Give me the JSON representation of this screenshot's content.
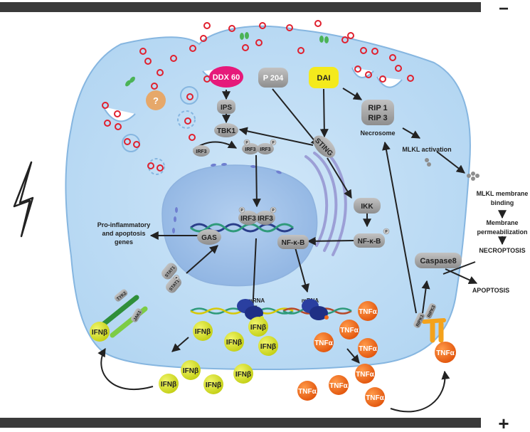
{
  "diagram": {
    "bar_signs": {
      "top": "−",
      "bottom": "+"
    },
    "sensors": {
      "ddx60": "DDX 60",
      "p204": "P 204",
      "dai": "DAI",
      "unknown": "?"
    },
    "adaptors": {
      "ips": "IPS",
      "tbk1": "TBK1",
      "sting": "STING",
      "ikk": "IKK"
    },
    "transcription": {
      "irf3": "IRF3",
      "nfkb": "NF-κ-B",
      "gas": "GAS",
      "stat1": "STAT1",
      "p": "P"
    },
    "necrosome": {
      "rip1": "RIP 1",
      "rip3": "RIP 3",
      "label": "Necrosome"
    },
    "mlkl_steps": {
      "activation": "MLKL activation",
      "binding_line1": "MLKL membrane",
      "binding_line2": "binding",
      "perm_line1": "Membrane",
      "perm_line2": "permeabilization",
      "necroptosis": "NECROPTOSIS"
    },
    "caspase": "Caspase8",
    "apoptosis": "APOPTOSIS",
    "genes_line1": "Pro-inflammatory",
    "genes_line2": "and apoptosis",
    "genes_line3": "genes",
    "mrna": "mRNA",
    "ifnb": "IFNβ",
    "tnfa": "TNFα",
    "receptor_labels": {
      "tyk2": "TYK2",
      "jak1": "JAK1",
      "ripk1": "RIPK1",
      "ripk3": "RIPK3"
    }
  },
  "colors": {
    "cell_fill": "#bcdcf5",
    "cell_stroke": "#86b6e0",
    "nucleus_fill": "#9dbfe8",
    "protein_grey": "#a6a6a6",
    "ddx60": "#e6197a",
    "dai": "#f4ea1c",
    "unknown_sensor": "#e6a86a",
    "ifnb": "#d6e226",
    "tnfa": "#f26a1b",
    "virion": "#e0202e",
    "bar": "#3a3a3a"
  }
}
